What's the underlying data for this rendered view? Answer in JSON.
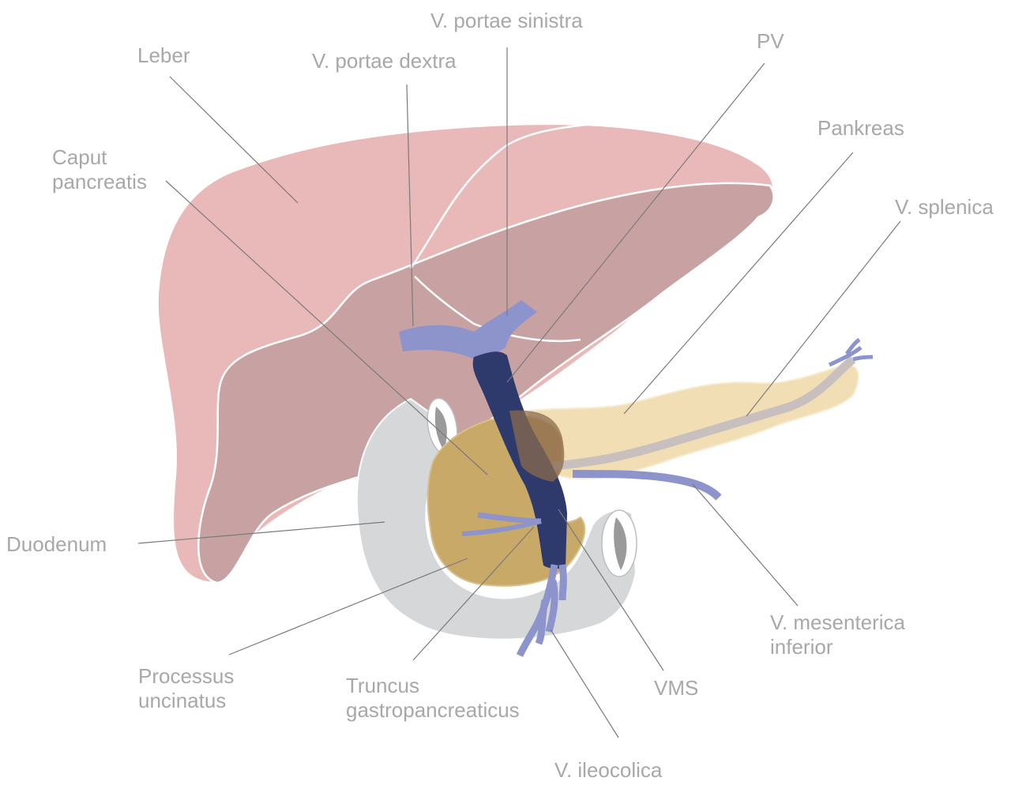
{
  "colors": {
    "label_text": "#a8a8a8",
    "leader_line": "#7a7a7a",
    "liver_light": "#e9b9b9",
    "liver_dark": "#c8a2a3",
    "portal_vein": "#2e3a6b",
    "tributary_veins": "#8d93cb",
    "pancreas_body": "#f1deb4",
    "pancreas_head": "#c9a968",
    "duodenum": "#d6d7d8",
    "splenic_vein": "#c8bfbf"
  },
  "labels": {
    "leber": "Leber",
    "v_portae_sinistra": "V. portae sinistra",
    "v_portae_dextra": "V. portae dextra",
    "pv": "PV",
    "caput_line1": "Caput",
    "caput_line2": "pancreatis",
    "pankreas": "Pankreas",
    "v_splenica": "V. splenica",
    "duodenum": "Duodenum",
    "vmi_line1": "V. mesenterica",
    "vmi_line2": "inferior",
    "processus_line1": "Processus",
    "processus_line2": "uncinatus",
    "truncus_line1": "Truncus",
    "truncus_line2": "gastropancreaticus",
    "vms": "VMS",
    "v_ileocolica": "V. ileocolica"
  }
}
